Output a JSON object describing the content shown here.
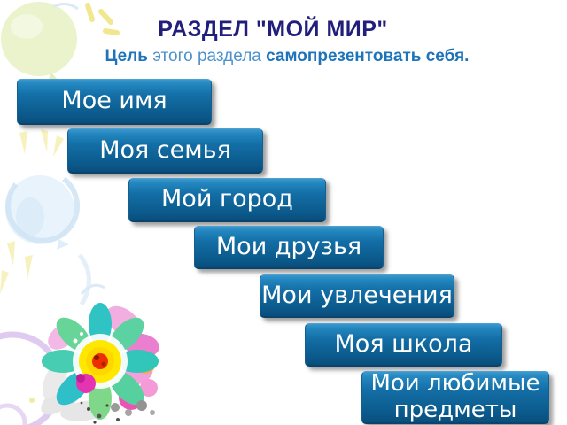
{
  "slide": {
    "title": "РАЗДЕЛ \"МОЙ МИР\"",
    "subtitle": {
      "lead_bold": "Цель",
      "middle": " этого раздела ",
      "tail_bold": "самопрезентовать себя."
    },
    "steps": [
      {
        "label": "Мое имя"
      },
      {
        "label": "Моя семья"
      },
      {
        "label": "Мой город"
      },
      {
        "label": "Мои друзья"
      },
      {
        "label": "Мои увлечения"
      },
      {
        "label": "Моя школа"
      },
      {
        "label": "Мои любимые предметы"
      }
    ],
    "colors": {
      "title_text": "#211f7b",
      "subtitle_text": "#2b7dc0",
      "button_gradient_top": "#3b98cd",
      "button_gradient_bottom": "#094e7c",
      "button_text": "#ffffff"
    },
    "decorations": [
      "green-balloon",
      "yellow-rays",
      "blue-balloon",
      "purple-balloon-outline",
      "flower-burst"
    ]
  }
}
